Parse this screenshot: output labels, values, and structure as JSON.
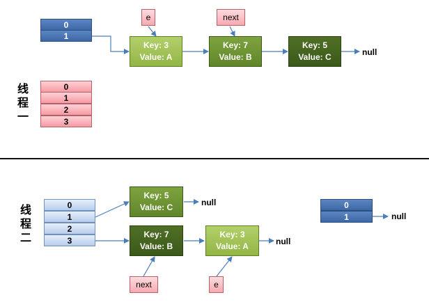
{
  "thread_one": {
    "label": "线程一",
    "new_table": [
      "0",
      "1"
    ],
    "old_table": [
      "0",
      "1",
      "2",
      "3"
    ],
    "nodes": [
      {
        "key": "Key: 3",
        "value": "Value: A"
      },
      {
        "key": "Key: 7",
        "value": "Value: B"
      },
      {
        "key": "Key: 5",
        "value": "Value: C"
      }
    ],
    "tag_e": "e",
    "tag_next": "next",
    "null_label": "null"
  },
  "thread_two": {
    "label": "线程二",
    "old_table": [
      "0",
      "1",
      "2",
      "3"
    ],
    "new_table": [
      "0",
      "1"
    ],
    "nodes": [
      {
        "key": "Key: 5",
        "value": "Value: C"
      },
      {
        "key": "Key: 7",
        "value": "Value: B"
      },
      {
        "key": "Key: 3",
        "value": "Value: A"
      }
    ],
    "tag_next": "next",
    "tag_e": "e",
    "null_label": "null"
  },
  "colors": {
    "arrow": "#4a7ebb",
    "blue_cell": "#4a74b2",
    "pink_cell": "#f8b5bb",
    "light_blue_cell": "#c9daf2",
    "node_light": "#9bbb59",
    "node_mid": "#6f9431",
    "node_dark": "#4a6623"
  }
}
